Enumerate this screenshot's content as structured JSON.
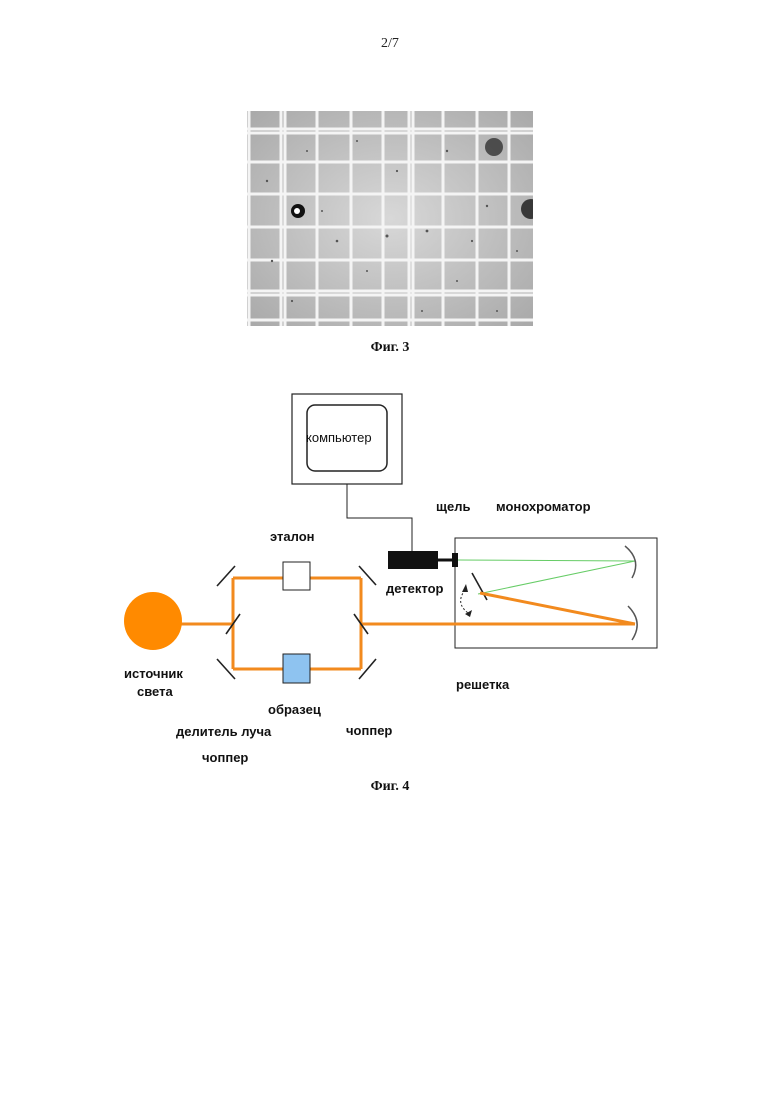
{
  "page_number": "2/7",
  "figure3": {
    "caption": "Фиг. 3"
  },
  "figure4": {
    "caption": "Фиг. 4",
    "labels": {
      "computer": "компьютер",
      "slit": "щель",
      "monochromator": "монохроматор",
      "etalon": "эталон",
      "detector": "детектор",
      "light_source": "источник\nсвета",
      "light_source_line1": "источник",
      "light_source_line2": "света",
      "grating": "решетка",
      "sample": "образец",
      "beam_splitter": "делитель луча",
      "chopper_right": "чоппер",
      "chopper_bottom": "чоппер"
    },
    "colors": {
      "beam": "#f28a1e",
      "source": "#ff8a00",
      "sample": "#8ec3f0",
      "monochromator_beam": "#66cc66"
    }
  }
}
